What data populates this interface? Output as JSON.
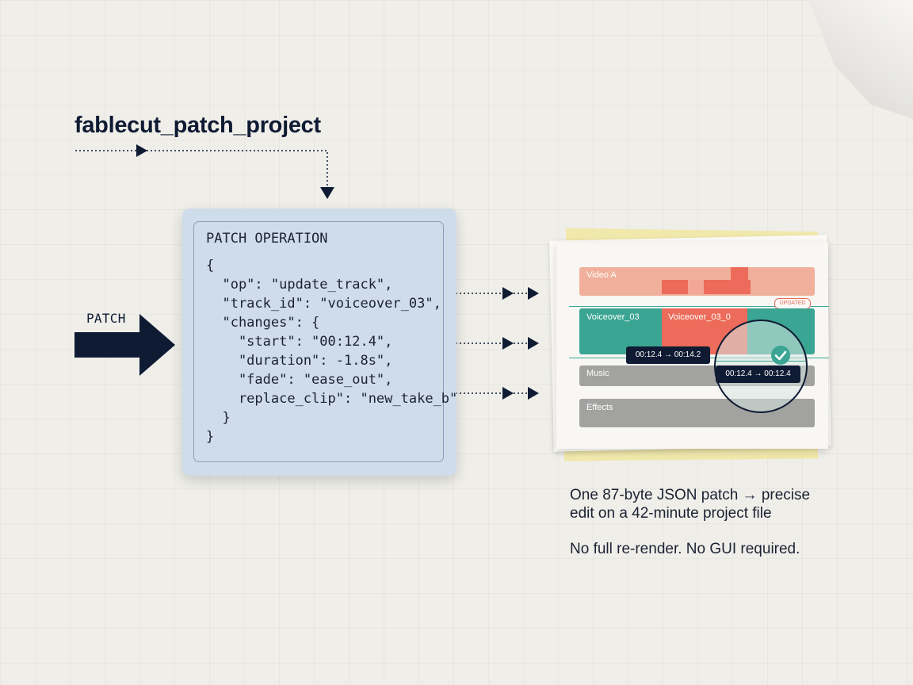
{
  "title": "fablecut_patch_project",
  "patch_label": "PATCH",
  "card": {
    "heading": "PATCH OPERATION",
    "code_lines": [
      "{",
      "  \"op\": \"update_track\",",
      "  \"track_id\": \"voiceover_03\",",
      "  \"changes\": {",
      "    \"start\": \"00:12.4\",",
      "    \"duration\": -1.8s\",",
      "    \"fade\": \"ease_out\",",
      "    replace_clip\": \"new_take_b\"",
      "  }",
      "}"
    ]
  },
  "timeline": {
    "tracks": [
      {
        "label": "Video A",
        "color": "#f1b09b"
      },
      {
        "label": "Voiceover_03",
        "color": "#3aa593"
      },
      {
        "label": "Music",
        "color": "#a2a2a0"
      },
      {
        "label": "Effects",
        "color": "#a2a2a0"
      }
    ],
    "replaced_clip_label": "Voiceover_03_0",
    "badge": "UPDATED",
    "time_before": "00:12.4 → 00:14.2",
    "time_after": "00:12.4 → 00:12.4",
    "colors": {
      "accent_red": "#ec6b5a",
      "teal": "#3aa593",
      "navy": "#0f1b33"
    }
  },
  "caption": {
    "line1": "One 87-byte JSON patch → precise",
    "line2": "edit on a 42-minute project file",
    "line3": "No full re-render. No GUI required."
  }
}
